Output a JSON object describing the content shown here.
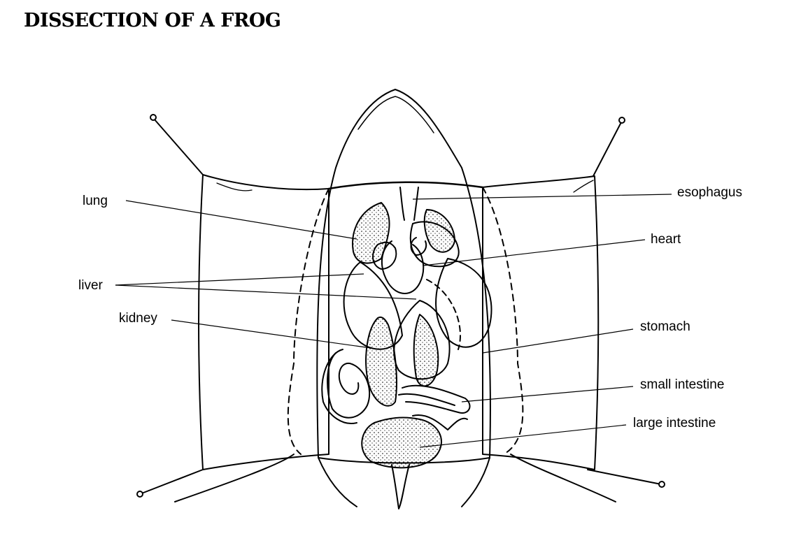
{
  "title": "DISSECTION OF A FROG",
  "labels": {
    "lung": "lung",
    "liver": "liver",
    "kidney": "kidney",
    "esophagus": "esophagus",
    "heart": "heart",
    "stomach": "stomach",
    "small_intestine": "small intestine",
    "large_intestine": "large intestine"
  }
}
